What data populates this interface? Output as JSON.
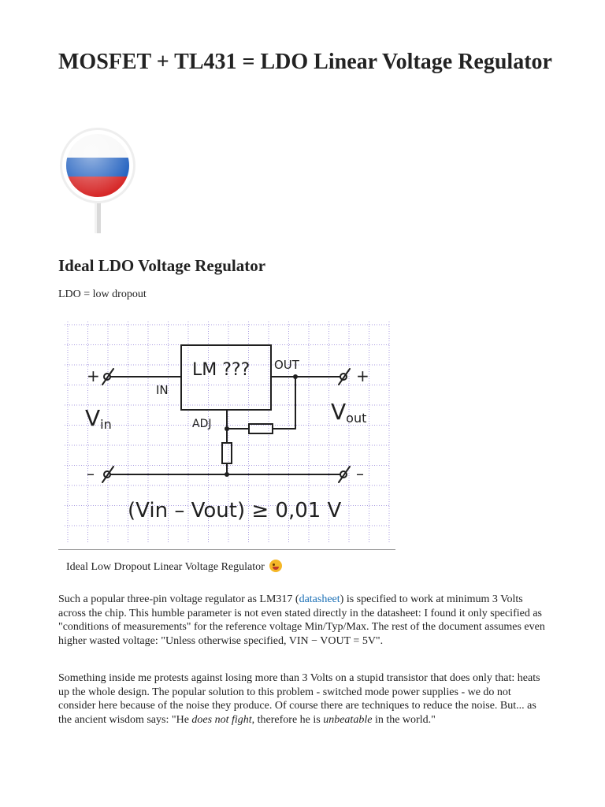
{
  "page": {
    "title": "MOSFET + TL431 = LDO Linear Voltage Regulator"
  },
  "section": {
    "heading": "Ideal LDO Voltage Regulator",
    "subtitle": "LDO = low dropout"
  },
  "figure": {
    "chip_label": "LM ???",
    "in_label": "IN",
    "out_label": "OUT",
    "adj_label": "ADJ",
    "vin_label": "V",
    "vin_sub": "in",
    "vout_label": "V",
    "vout_sub": "out",
    "plus_left": "+",
    "plus_right": "+",
    "minus_left": "–",
    "minus_right": "–",
    "formula": "(Vin – Vout) ≥ 0,01 V",
    "caption": "Ideal Low Dropout Linear Voltage Regulator"
  },
  "paragraphs": {
    "p1_a": "Such a popular three-pin voltage regulator as LM317 (",
    "p1_link": "datasheet",
    "p1_b": ") is specified to work at minimum 3 Volts across the chip. This humble parameter is not even stated directly in the datasheet: I found it only specified as \"conditions of measurements\" for the reference voltage Min/Typ/Max. The rest of the document assumes even higher wasted voltage: \"Unless otherwise specified, VIN − VOUT = 5V\".",
    "p2_a": "Something inside me protests against losing more than 3 Volts on a stupid transistor that does only that: heats up the whole design. The popular solution to this problem - switched mode power supplies - we do not consider here because of the noise they produce. Of course there are techniques to reduce the noise. But... as the ancient wisdom says: \"He ",
    "p2_em1": "does not fight",
    "p2_b": ", therefore he is ",
    "p2_em2": "unbeatable",
    "p2_c": " in the world.\""
  },
  "colors": {
    "grid": "#9b8fd6",
    "link": "#1a6fb5",
    "flag_white": "#ffffff",
    "flag_blue": "#1f5fbf",
    "flag_red": "#d62828"
  },
  "icons": {
    "flag": "russia-flag-pin-icon",
    "emoji": "winking-face-icon"
  }
}
